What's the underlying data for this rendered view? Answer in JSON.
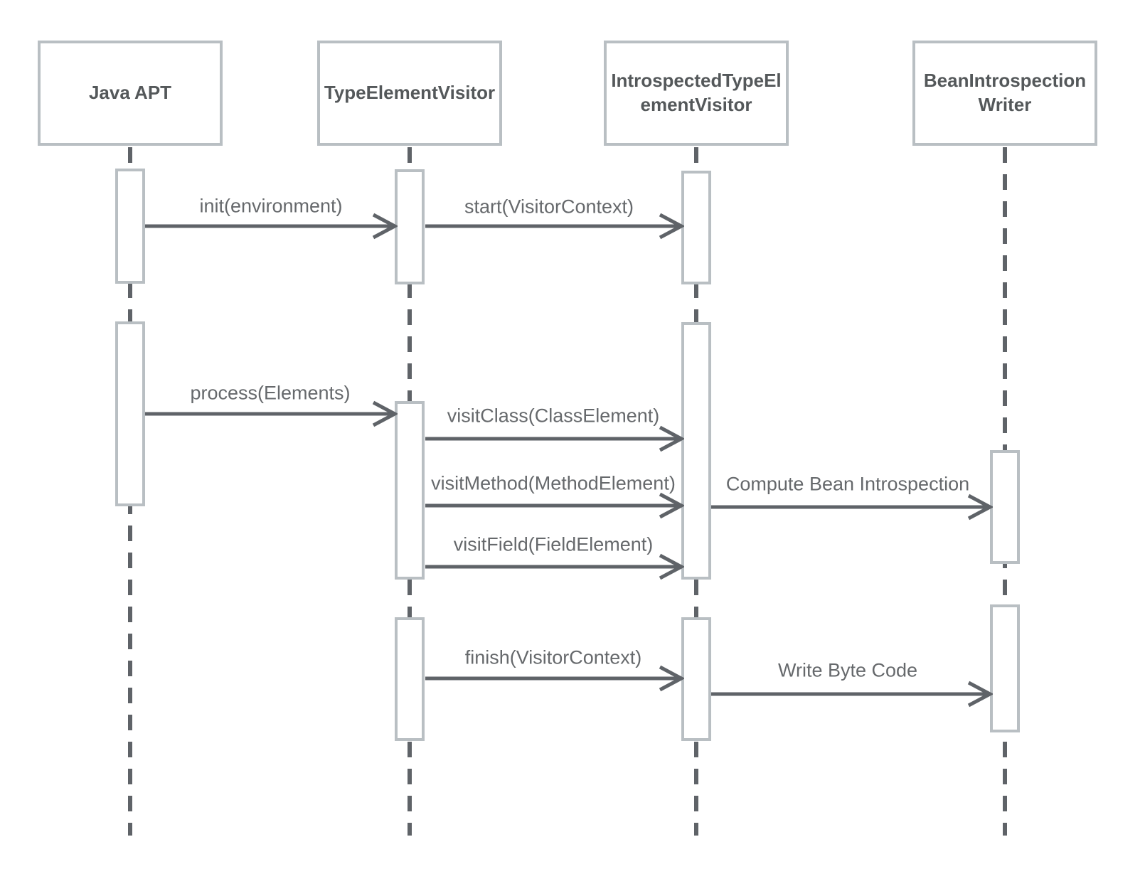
{
  "diagram": {
    "type": "uml-sequence-diagram",
    "participants": [
      {
        "id": "java-apt",
        "label": "Java APT"
      },
      {
        "id": "type-element-visitor",
        "label": "TypeElementVisitor"
      },
      {
        "id": "introspected-type-element-visitor",
        "label": "IntrospectedTypeEl\nementVisitor"
      },
      {
        "id": "bean-introspection-writer",
        "label": "BeanIntrospection\nWriter"
      }
    ],
    "messages": [
      {
        "label": "init(environment)",
        "from": "Java APT",
        "to": "TypeElementVisitor"
      },
      {
        "label": "start(VisitorContext)",
        "from": "TypeElementVisitor",
        "to": "IntrospectedTypeElementVisitor"
      },
      {
        "label": "process(Elements)",
        "from": "Java APT",
        "to": "TypeElementVisitor"
      },
      {
        "label": "visitClass(ClassElement)",
        "from": "TypeElementVisitor",
        "to": "IntrospectedTypeElementVisitor"
      },
      {
        "label": "visitMethod(MethodElement)",
        "from": "TypeElementVisitor",
        "to": "IntrospectedTypeElementVisitor"
      },
      {
        "label": "Compute Bean Introspection",
        "from": "IntrospectedTypeElementVisitor",
        "to": "BeanIntrospectionWriter"
      },
      {
        "label": "visitField(FieldElement)",
        "from": "TypeElementVisitor",
        "to": "IntrospectedTypeElementVisitor"
      },
      {
        "label": "finish(VisitorContext)",
        "from": "TypeElementVisitor",
        "to": "IntrospectedTypeElementVisitor"
      },
      {
        "label": "Write Byte Code",
        "from": "IntrospectedTypeElementVisitor",
        "to": "BeanIntrospectionWriter"
      }
    ],
    "colors": {
      "background": "#ffffff",
      "box_border": "#b9bfc3",
      "box_text": "#54585a",
      "line": "#5f6368",
      "message_text": "#66696c"
    }
  }
}
